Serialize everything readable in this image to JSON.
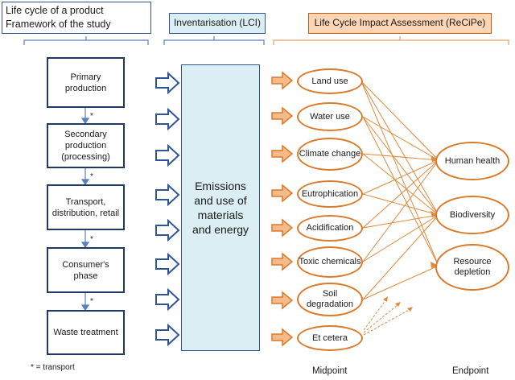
{
  "header": {
    "lifecycle_title": "Life cycle of a product",
    "lifecycle_subtitle": "Framework of the study",
    "lci_title": "Inventarisation (LCI)",
    "lcia_title": "Life Cycle Impact Assessment (ReCiPe)"
  },
  "stages": [
    {
      "label": "Primary production"
    },
    {
      "label": "Secondary production (processing)"
    },
    {
      "label": "Transport, distribution, retail"
    },
    {
      "label": "Consumer's phase"
    },
    {
      "label": "Waste treatment"
    }
  ],
  "transport_marker": "*",
  "footnote": "* = transport",
  "lci_box": "Emissions and use of materials and energy",
  "midpoints": [
    {
      "label": "Land use"
    },
    {
      "label": "Water use"
    },
    {
      "label": "Climate change"
    },
    {
      "label": "Eutrophication"
    },
    {
      "label": "Acidification"
    },
    {
      "label": "Toxic chemicals"
    },
    {
      "label": "Soil degradation"
    },
    {
      "label": "Et cetera"
    }
  ],
  "endpoints": [
    {
      "label": "Human health"
    },
    {
      "label": "Biodiversity"
    },
    {
      "label": "Resource depletion"
    }
  ],
  "axis_labels": {
    "midpoint": "Midpoint",
    "endpoint": "Endpoint"
  },
  "colors": {
    "blue_border": "#2f5597",
    "dark_blue": "#1f3864",
    "light_blue_fill": "#daeef3",
    "orange": "#d97b2b",
    "light_orange_fill": "#fbd5b5"
  }
}
